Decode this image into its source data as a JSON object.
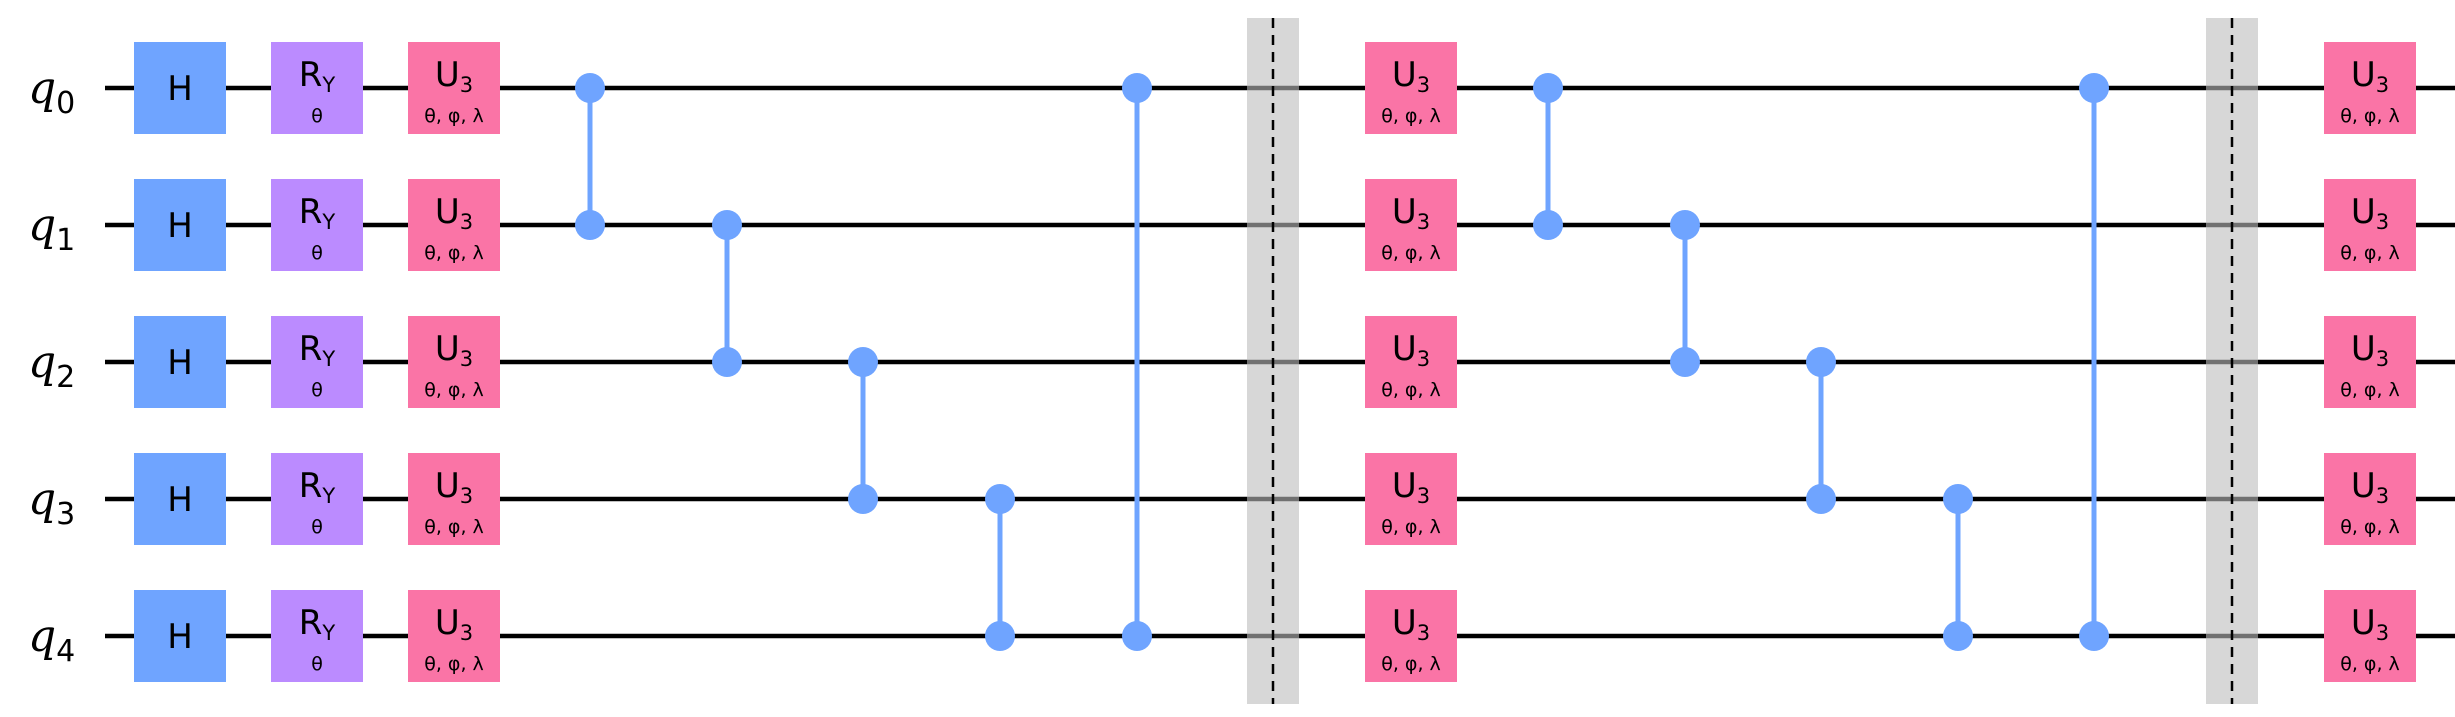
{
  "colors": {
    "wire": "#000000",
    "h_gate": "#6FA4FF",
    "ry_gate": "#BB8BFF",
    "u3_gate": "#FA74A6",
    "cz": "#6FA4FF",
    "barrier": "#BDBDBD"
  },
  "qubits": [
    {
      "base": "q",
      "index": "0"
    },
    {
      "base": "q",
      "index": "1"
    },
    {
      "base": "q",
      "index": "2"
    },
    {
      "base": "q",
      "index": "3"
    },
    {
      "base": "q",
      "index": "4"
    }
  ],
  "gate_labels": {
    "h": "H",
    "ry_name": "R",
    "ry_sub": "Y",
    "ry_param": "θ",
    "u3_name": "U",
    "u3_sub": "3",
    "u3_param": "θ, φ, λ"
  },
  "columns": [
    {
      "kind": "gate",
      "gate": "h"
    },
    {
      "kind": "gate",
      "gate": "ry"
    },
    {
      "kind": "gate",
      "gate": "u3"
    },
    {
      "kind": "cz",
      "qubits": [
        0,
        1
      ]
    },
    {
      "kind": "cz",
      "qubits": [
        1,
        2
      ]
    },
    {
      "kind": "cz",
      "qubits": [
        2,
        3
      ]
    },
    {
      "kind": "cz",
      "qubits": [
        3,
        4
      ]
    },
    {
      "kind": "cz",
      "qubits": [
        0,
        4
      ]
    },
    {
      "kind": "barrier"
    },
    {
      "kind": "gate",
      "gate": "u3"
    },
    {
      "kind": "cz",
      "qubits": [
        0,
        1
      ]
    },
    {
      "kind": "cz",
      "qubits": [
        1,
        2
      ]
    },
    {
      "kind": "cz",
      "qubits": [
        2,
        3
      ]
    },
    {
      "kind": "cz",
      "qubits": [
        3,
        4
      ]
    },
    {
      "kind": "cz",
      "qubits": [
        0,
        4
      ]
    },
    {
      "kind": "barrier"
    },
    {
      "kind": "gate",
      "gate": "u3"
    }
  ]
}
